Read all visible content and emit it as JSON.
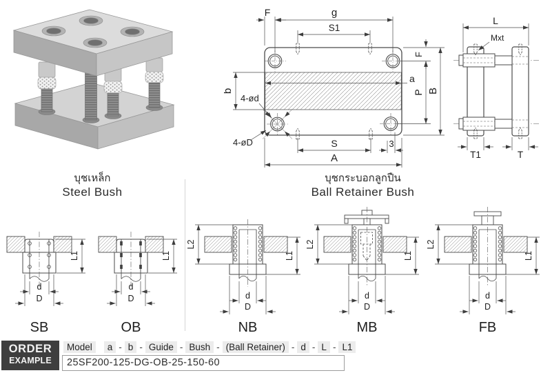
{
  "top_view": {
    "f_top": "F",
    "g": "g",
    "s1": "S1",
    "f_right": "F",
    "a": "a",
    "p": "P",
    "b_big": "B",
    "b_small": "b",
    "holes_small": "4-ød",
    "holes_big": "4-øD",
    "s": "S",
    "three": "3",
    "a_big": "A"
  },
  "side_view": {
    "l": "L",
    "mxt": "Mxt",
    "t1": "T1",
    "t": "T"
  },
  "sections": {
    "steel": {
      "th": "บุชเหล็ก",
      "en": "Steel Bush"
    },
    "ball": {
      "th": "บุชกระบอกลูกปืน",
      "en": "Ball Retainer Bush"
    }
  },
  "bushes": [
    {
      "code": "SB",
      "l1": "L1",
      "d": "d",
      "dd": "D"
    },
    {
      "code": "OB",
      "l1": "L1",
      "d": "d",
      "dd": "D"
    },
    {
      "code": "NB",
      "l1": "L1",
      "l2": "L2",
      "d": "d",
      "dd": "D"
    },
    {
      "code": "MB",
      "l1": "L1",
      "l2": "L2",
      "d": "d",
      "dd": "D"
    },
    {
      "code": "FB",
      "l1": "L1",
      "l2": "L2",
      "d": "d",
      "dd": "D"
    }
  ],
  "order": {
    "box_top": "ORDER",
    "box_bottom": "EXAMPLE",
    "model_label": "Model",
    "sep": "-",
    "tokens": [
      "a",
      "b",
      "Guide",
      "Bush",
      "(Ball Retainer)",
      "d",
      "L",
      "L1"
    ],
    "example": "25SF200-125-DG-OB-25-150-60"
  },
  "colors": {
    "ink": "#4a4a4a",
    "order_box_bg": "#3e3e3e",
    "chip_bg": "#ececec",
    "divider": "#d4d4d4"
  }
}
